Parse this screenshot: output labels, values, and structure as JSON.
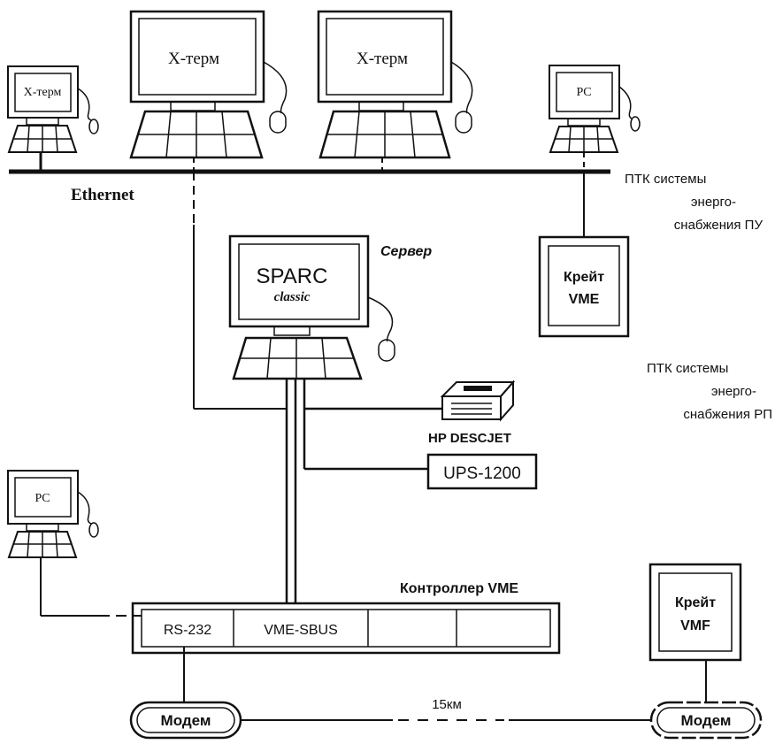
{
  "terminals": {
    "xterm_small": "X-терм",
    "xterm_left": "X-терм",
    "xterm_right": "X-терм",
    "pc_top": "PC",
    "pc_bottom": "PC"
  },
  "network": {
    "ethernet": "Ethernet",
    "distance": "15км"
  },
  "server": {
    "title": "Сервер",
    "brand": "SPARC",
    "model": "classic"
  },
  "devices": {
    "printer": "HP DESCJET",
    "ups": "UPS-1200"
  },
  "crates": {
    "pu_line1": "Крейт",
    "pu_line2": "VME",
    "rp_line1": "Крейт",
    "rp_line2": "VMF"
  },
  "ptk": {
    "pu": [
      "ПТК системы",
      "энерго-",
      "снабжения ПУ"
    ],
    "rp": [
      "ПТК системы",
      "энерго-",
      "снабжения РП"
    ]
  },
  "controller": {
    "title": "Контроллер VME",
    "slots": [
      "RS-232",
      "VME-SBUS",
      "",
      ""
    ]
  },
  "modems": {
    "left": "Модем",
    "right": "Модем"
  }
}
